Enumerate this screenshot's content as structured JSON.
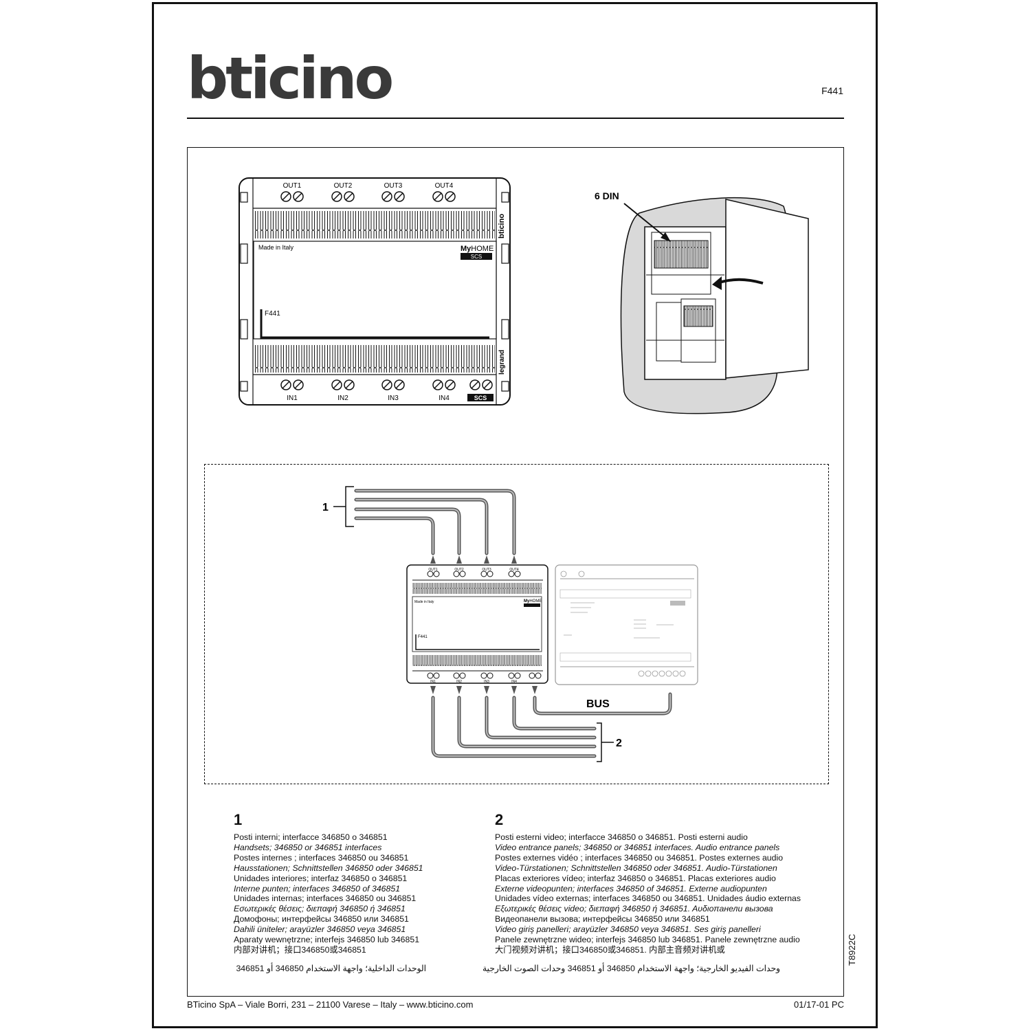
{
  "header": {
    "brand": "bticino",
    "doc_id": "F441"
  },
  "device_top": {
    "outputs": [
      "OUT1",
      "OUT2",
      "OUT3",
      "OUT4"
    ],
    "inputs": [
      "IN1",
      "IN2",
      "IN3",
      "IN4"
    ],
    "made_in": "Made in Italy",
    "model": "F441",
    "brand_side": "bticino",
    "brand_side_2": "legrand",
    "myhome_my": "My",
    "myhome_home": "HOME",
    "scs": "SCS"
  },
  "din_label": "6 DIN",
  "wiring": {
    "label1": "1",
    "label2": "2",
    "bus": "BUS",
    "outputs": [
      "OUT1",
      "OUT2",
      "OUT3",
      "OUT4"
    ],
    "inputs": [
      "IN1",
      "IN2",
      "IN3",
      "IN4"
    ],
    "made_in": "Made in Italy",
    "model": "F441",
    "myhome_my": "My",
    "myhome_home": "HOME"
  },
  "legend1": {
    "num": "1",
    "lines": [
      {
        "t": "Posti interni; interfacce 346850 o 346851",
        "i": false
      },
      {
        "t": "Handsets; 346850 or 346851 interfaces",
        "i": true
      },
      {
        "t": "Postes internes ; interfaces 346850 ou 346851",
        "i": false
      },
      {
        "t": "Hausstationen; Schnittstellen 346850 oder 346851",
        "i": true
      },
      {
        "t": "Unidades interiores; interfaz 346850 o 346851",
        "i": false
      },
      {
        "t": "Interne punten; interfaces 346850 of 346851",
        "i": true
      },
      {
        "t": "Unidades internas; interfaces 346850 ou 346851",
        "i": false
      },
      {
        "t": "Εσωτερικές θέσεις; διεπαφή 346850 ή 346851",
        "i": true
      },
      {
        "t": "Домофоны; интерфейсы 346850 или 346851",
        "i": false
      },
      {
        "t": "Dahili üniteler; arayüzler 346850 veya 346851",
        "i": true
      },
      {
        "t": "Aparaty wewnętrzne; interfejs 346850 lub 346851",
        "i": false
      },
      {
        "t": "内部对讲机；接口346850或346851",
        "i": false
      }
    ],
    "arabic": "الوحدات الداخلية؛ واجهة الاستخدام 346850 أو 346851"
  },
  "legend2": {
    "num": "2",
    "lines": [
      {
        "t": "Posti esterni video; interfacce 346850 o 346851. Posti esterni audio",
        "i": false
      },
      {
        "t": "Video entrance panels; 346850 or 346851 interfaces. Audio entrance panels",
        "i": true
      },
      {
        "t": "Postes externes vidéo ; interfaces 346850 ou 346851. Postes externes audio",
        "i": false
      },
      {
        "t": "Video-Türstationen; Schnittstellen 346850 oder 346851. Audio-Türstationen",
        "i": true
      },
      {
        "t": "Placas exteriores vídeo; interfaz 346850 o 346851. Placas exteriores audio",
        "i": false
      },
      {
        "t": "Externe videopunten; interfaces 346850 of 346851. Externe audiopunten",
        "i": true
      },
      {
        "t": "Unidades vídeo externas; interfaces 346850 ou 346851. Unidades áudio externas",
        "i": false
      },
      {
        "t": "Εξωτερικές θέσεις video; διεπαφή 346850 ή 346851. Αυδιοπанели вызова",
        "i": true
      },
      {
        "t": "Видеопанели вызова; интерфейсы 346850 или 346851",
        "i": false
      },
      {
        "t": "Video giriş panelleri; arayüzler  346850 veya 346851. Ses giriş panelleri",
        "i": true
      },
      {
        "t": "Panele zewnętrzne wideo; interfejs 346850 lub 346851. Panele zewnętrzne audio",
        "i": false
      },
      {
        "t": "大门视频对讲机；接口346850或346851. 内部主音频对讲机或",
        "i": false
      }
    ],
    "arabic": "وحدات الفيديو الخارجية؛ واجهة الاستخدام 346850 أو 346851 وحدات الصوت الخارجية"
  },
  "footer": {
    "address": "BTicino SpA – Viale Borri, 231 – 21100 Varese – Italy – www.bticino.com",
    "date": "01/17-01 PC",
    "code": "T8922C"
  }
}
